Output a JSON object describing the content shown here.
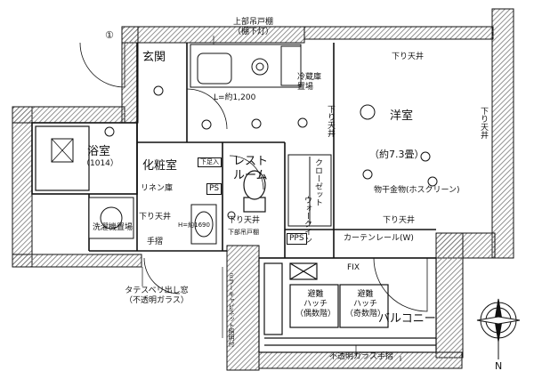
{
  "labels": {
    "upper_cabinet": "上部吊戸棚\n（棚下灯）",
    "entrance": "玄関",
    "bath": "浴室",
    "bath_size": "（1014）",
    "powder_room": "化粧室",
    "linen": "リネン庫",
    "restroom": "レスト\nルーム",
    "western_room": "洋室",
    "western_room_size": "（約7.3畳）",
    "closet": "クローゼット",
    "walk_in": "ウォークイン",
    "laundry_area": "洗濯機置場",
    "handrail": "手摺",
    "lowered_ceiling": "下り天井",
    "kitchen_length": "L=約1,200",
    "fridge": "冷蔵庫\n置場",
    "clothes_hanger": "物干金物(ホスクリーン)",
    "curtain_rail": "カーテンレール(W)",
    "balcony": "バルコニー",
    "hatch_even": "避難\nハッチ\n（偶数階）",
    "hatch_odd": "避難\nハッチ\n（奇数階）",
    "fix": "FIX",
    "frosted_railing": "不透明ガラス手摺",
    "window_note": "タテスベリ出し窓\n（不透明ガラス）",
    "mirror_cabinet": "ミラーキャビネット照明付",
    "pps": "PPS",
    "ps": "PS",
    "lower_cabinet": "下部吊戸棚",
    "floor_heating_box": "下足入",
    "dim_1690": "H=約1690",
    "num_1": "①",
    "north": "N"
  },
  "colors": {
    "wall": "#222222",
    "hatch": "#9a9a9a",
    "line": "#111111"
  }
}
